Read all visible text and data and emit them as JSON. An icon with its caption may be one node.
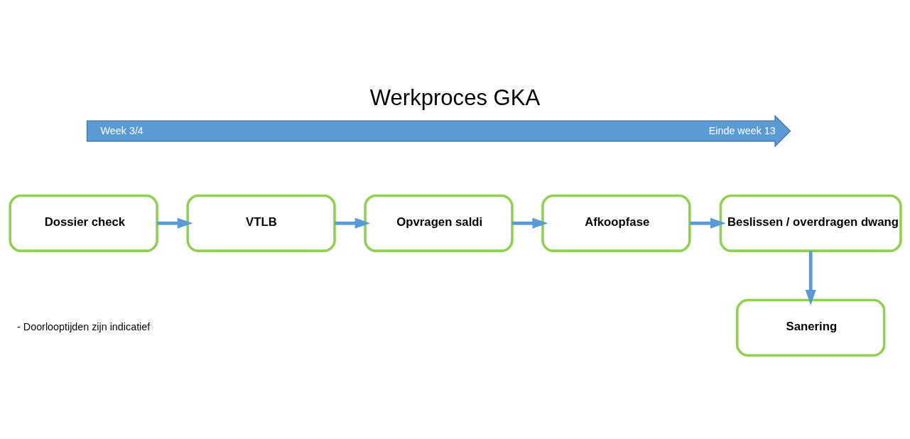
{
  "diagram": {
    "title": "Werkproces GKA",
    "nodes": [
      {
        "text": [
          "Week 3/4",
          "Einde week 13"
        ]
      },
      {
        "text": [
          "Dossier check"
        ]
      },
      {
        "text": [
          "VTLB"
        ]
      },
      {
        "text": [
          "Opvragen saldi"
        ]
      },
      {
        "text": [
          "Afkoopfase"
        ]
      },
      {
        "text": [
          "Beslissen / overdragen dwang"
        ]
      },
      {
        "text": [
          "Sanering"
        ]
      }
    ],
    "edges": [
      {
        "from": 1,
        "to": 2,
        "arrow": "to"
      },
      {
        "from": 2,
        "to": 3,
        "arrow": "to"
      },
      {
        "from": 3,
        "to": 4,
        "arrow": "to"
      },
      {
        "from": 4,
        "to": 5,
        "arrow": "to"
      },
      {
        "from": 5,
        "to": 6,
        "arrow": "to"
      }
    ],
    "labels": [
      "- Doorlooptijden zijn indicatief"
    ]
  }
}
